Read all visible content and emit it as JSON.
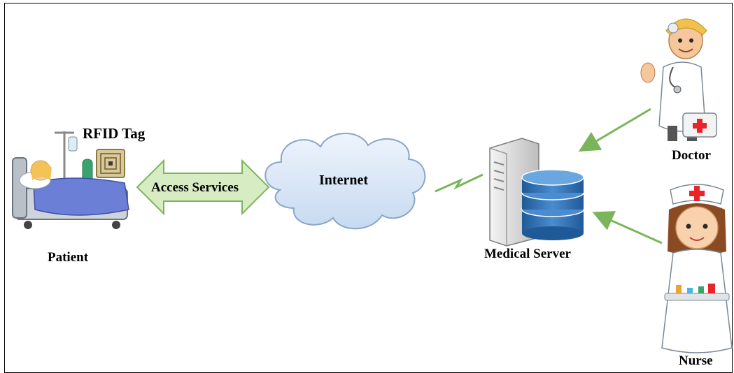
{
  "labels": {
    "rfid_tag": "RFID Tag",
    "patient": "Patient",
    "access_services": "Access Services",
    "internet": "Internet",
    "medical_server": "Medical Server",
    "doctor": "Doctor",
    "nurse": "Nurse"
  },
  "colors": {
    "arrow_green": "#7ab55c",
    "double_arrow_fill": "#d8ecc4",
    "double_arrow_stroke": "#7ab55c",
    "cloud_fill": "#dbe8f7",
    "cloud_stroke": "#8aa6c8",
    "db_blue": "#2f6fb0",
    "nurse_cross": "#e8232a",
    "doctor_cross": "#e8232a"
  },
  "icons": [
    "patient-bed-icon",
    "rfid-tag-icon",
    "cloud-icon",
    "server-icon",
    "database-icon",
    "doctor-icon",
    "nurse-icon"
  ]
}
